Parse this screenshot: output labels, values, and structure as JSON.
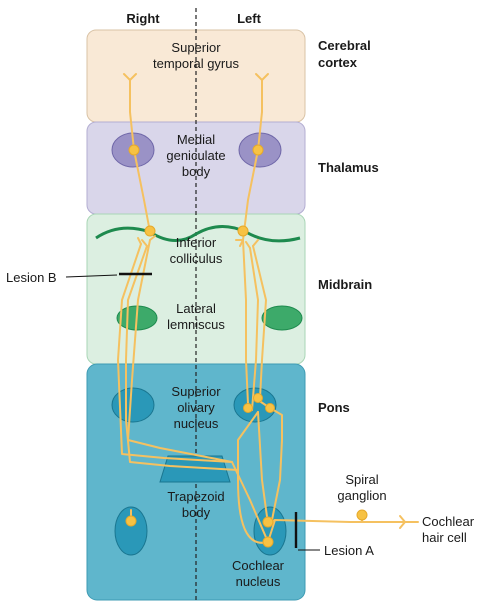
{
  "headers": {
    "right": "Right",
    "left": "Left"
  },
  "regions": {
    "cortex": [
      "Cerebral",
      "cortex"
    ],
    "thalamus": "Thalamus",
    "midbrain": "Midbrain",
    "pons": "Pons"
  },
  "structures": {
    "superior_temporal_gyrus": [
      "Superior",
      "temporal gyrus"
    ],
    "medial_geniculate_body": [
      "Medial",
      "geniculate",
      "body"
    ],
    "inferior_colliculus": [
      "Inferior",
      "colliculus"
    ],
    "lateral_lemniscus": [
      "Lateral",
      "lemniscus"
    ],
    "superior_olivary_nucleus": [
      "Superior",
      "olivary",
      "nucleus"
    ],
    "trapezoid_body": [
      "Trapezoid",
      "body"
    ],
    "cochlear_nucleus": [
      "Cochlear",
      "nucleus"
    ],
    "spiral_ganglion": [
      "Spiral",
      "ganglion"
    ],
    "cochlear_hair_cell": [
      "Cochlear",
      "hair cell"
    ]
  },
  "lesions": {
    "a": "Lesion A",
    "b": "Lesion B"
  },
  "colors": {
    "cortex_fill": "#f9e9d6",
    "thalamus_fill": "#d9d6ea",
    "midbrain_fill": "#dcefe1",
    "pons_fill": "#5fb6cc",
    "tract": "#f5c160",
    "nucleus_green": "#3daa6a",
    "nucleus_blue": "#2a98b8",
    "nucleus_purple": "#9a92c6"
  }
}
